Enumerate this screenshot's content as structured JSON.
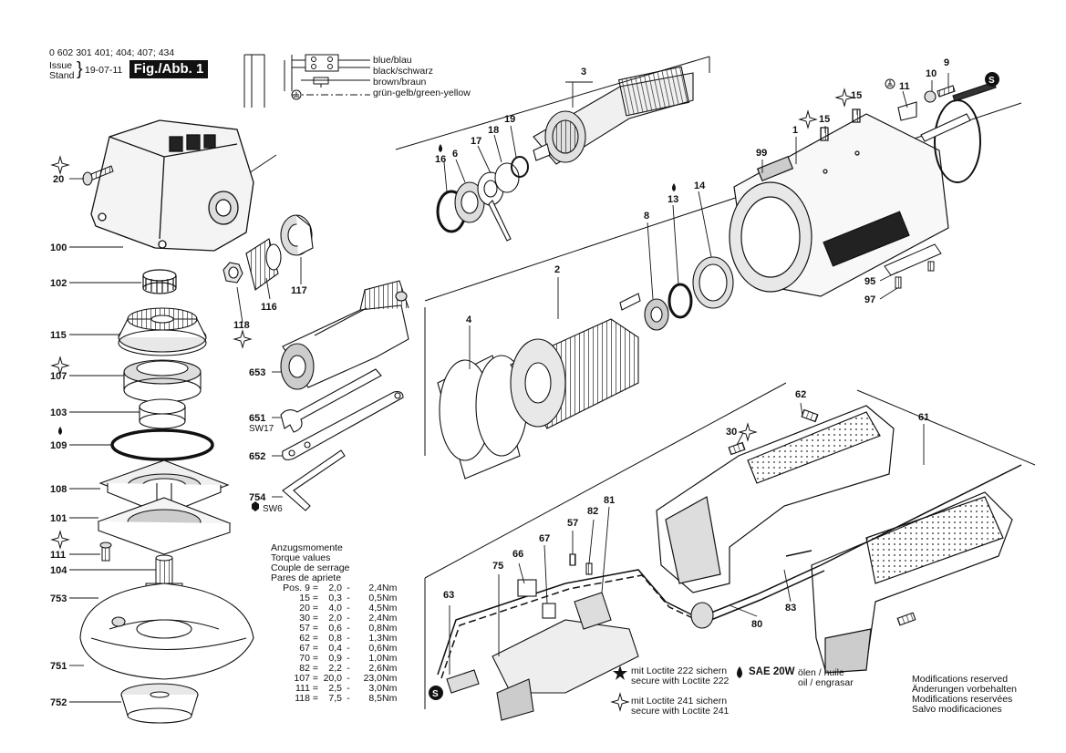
{
  "header": {
    "part_numbers": "0 602 301 401; 404; 407; 434",
    "issue": "Issue",
    "stand": "Stand",
    "date": "19-07-11",
    "figure": "Fig./Abb. 1"
  },
  "wiring_legend": [
    {
      "label": "blue/blau"
    },
    {
      "label": "black/schwarz"
    },
    {
      "label": "brown/braun"
    },
    {
      "label": "grün-gelb/green-yellow"
    }
  ],
  "torque": {
    "titles": [
      "Anzugsmomente",
      "Torque values",
      "Couple de serrage",
      "Pares de apriete"
    ],
    "rows": [
      {
        "pos": "Pos.  9 =",
        "min": "2,0",
        "max": "2,4",
        "unit": "Nm"
      },
      {
        "pos": "15 =",
        "min": "0,3",
        "max": "0,5",
        "unit": "Nm"
      },
      {
        "pos": "20 =",
        "min": "4,0",
        "max": "4,5",
        "unit": "Nm"
      },
      {
        "pos": "30 =",
        "min": "2,0",
        "max": "2,4",
        "unit": "Nm"
      },
      {
        "pos": "57 =",
        "min": "0,6",
        "max": "0,8",
        "unit": "Nm"
      },
      {
        "pos": "62 =",
        "min": "0,8",
        "max": "1,3",
        "unit": "Nm"
      },
      {
        "pos": "67 =",
        "min": "0,4",
        "max": "0,6",
        "unit": "Nm"
      },
      {
        "pos": "70 =",
        "min": "0,9",
        "max": "1,0",
        "unit": "Nm"
      },
      {
        "pos": "82 =",
        "min": "2,2",
        "max": "2,6",
        "unit": "Nm"
      },
      {
        "pos": "107 =",
        "min": "20,0",
        "max": "23,0",
        "unit": "Nm"
      },
      {
        "pos": "111 =",
        "min": "2,5",
        "max": "3,0",
        "unit": "Nm"
      },
      {
        "pos": "118 =",
        "min": "7,5",
        "max": "8,5",
        "unit": "Nm"
      }
    ]
  },
  "loctite": {
    "l222_de": "mit Loctite 222 sichern",
    "l222_en": "secure with Loctite 222",
    "l241_de": "mit Loctite 241 sichern",
    "l241_en": "secure with Loctite 241"
  },
  "lubricant": {
    "code": "SAE 20W",
    "text1": "ölen / huile",
    "text2": "oil / engrasar"
  },
  "modifications": [
    "Modifications reserved",
    "Änderungen vorbehalten",
    "Modifications reservées",
    "Salvo modificaciones"
  ],
  "part_labels": {
    "p1": "1",
    "p2": "2",
    "p3": "3",
    "p4": "4",
    "p6": "6",
    "p8": "8",
    "p9": "9",
    "p10": "10",
    "p11": "11",
    "p13": "13",
    "p14": "14",
    "p15a": "15",
    "p15b": "15",
    "p16": "16",
    "p17": "17",
    "p18": "18",
    "p19": "19",
    "p20": "20",
    "p30": "30",
    "p57": "57",
    "p61": "61",
    "p62": "62",
    "p63": "63",
    "p66": "66",
    "p67": "67",
    "p75": "75",
    "p80": "80",
    "p81": "81",
    "p82": "82",
    "p83": "83",
    "p95": "95",
    "p97": "97",
    "p99": "99",
    "p100": "100",
    "p101": "101",
    "p102": "102",
    "p103": "103",
    "p104": "104",
    "p107": "107",
    "p108": "108",
    "p109": "109",
    "p111": "111",
    "p115": "115",
    "p116": "116",
    "p117": "117",
    "p118": "118",
    "p651": "651",
    "p651sub": "SW17",
    "p652": "652",
    "p653": "653",
    "p751": "751",
    "p752": "752",
    "p753": "753",
    "p754": "754",
    "p754sub": "SW6"
  }
}
